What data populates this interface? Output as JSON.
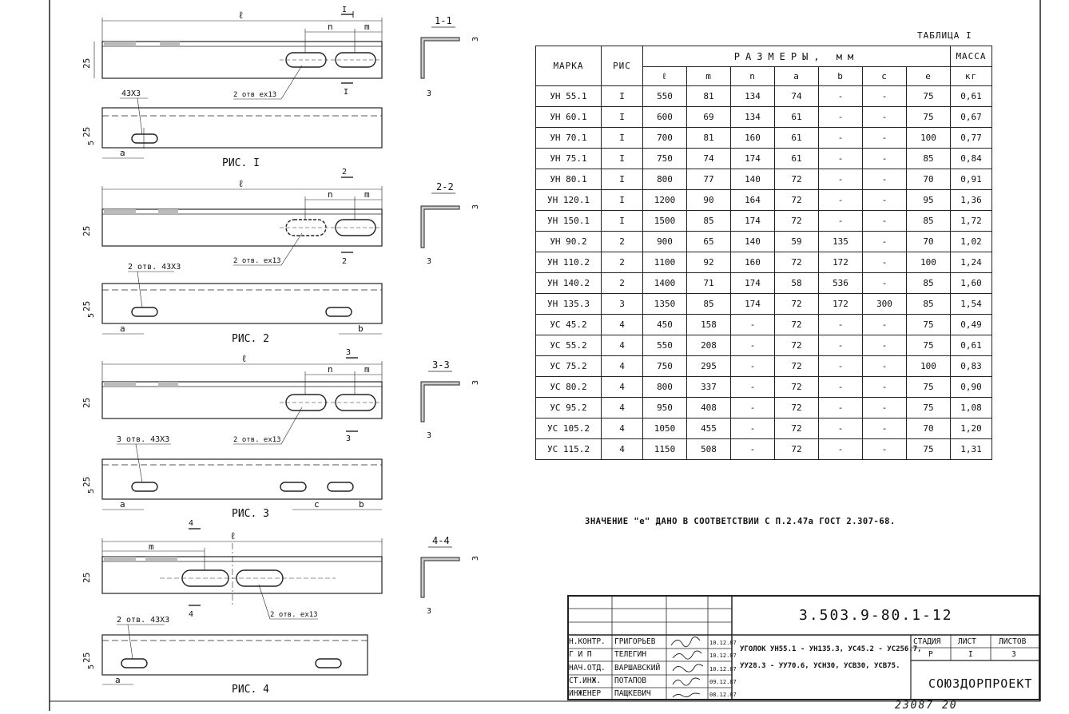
{
  "table": {
    "caption": "ТАБЛИЦА I",
    "headers": {
      "marka": "МАРКА",
      "ris": "РИС",
      "razmery": "РАЗМЕРЫ, мм",
      "massa": "МАССА",
      "massa_unit": "кг",
      "sub": [
        "ℓ",
        "m",
        "n",
        "a",
        "b",
        "c",
        "e"
      ]
    },
    "rows": [
      [
        "УН 55.1",
        "I",
        "550",
        "81",
        "134",
        "74",
        "-",
        "-",
        "75",
        "0,61"
      ],
      [
        "УН 60.1",
        "I",
        "600",
        "69",
        "134",
        "61",
        "-",
        "-",
        "75",
        "0,67"
      ],
      [
        "УН 70.1",
        "I",
        "700",
        "81",
        "160",
        "61",
        "-",
        "-",
        "100",
        "0,77"
      ],
      [
        "УН 75.1",
        "I",
        "750",
        "74",
        "174",
        "61",
        "-",
        "-",
        "85",
        "0,84"
      ],
      [
        "УН 80.1",
        "I",
        "800",
        "77",
        "140",
        "72",
        "-",
        "-",
        "70",
        "0,91"
      ],
      [
        "УН 120.1",
        "I",
        "1200",
        "90",
        "164",
        "72",
        "-",
        "-",
        "95",
        "1,36"
      ],
      [
        "УН 150.1",
        "I",
        "1500",
        "85",
        "174",
        "72",
        "-",
        "-",
        "85",
        "1,72"
      ],
      [
        "УН 90.2",
        "2",
        "900",
        "65",
        "140",
        "59",
        "135",
        "-",
        "70",
        "1,02"
      ],
      [
        "УН 110.2",
        "2",
        "1100",
        "92",
        "160",
        "72",
        "172",
        "-",
        "100",
        "1,24"
      ],
      [
        "УН 140.2",
        "2",
        "1400",
        "71",
        "174",
        "58",
        "536",
        "-",
        "85",
        "1,60"
      ],
      [
        "УН 135.3",
        "3",
        "1350",
        "85",
        "174",
        "72",
        "172",
        "300",
        "85",
        "1,54"
      ],
      [
        "УС 45.2",
        "4",
        "450",
        "158",
        "-",
        "72",
        "-",
        "-",
        "75",
        "0,49"
      ],
      [
        "УС 55.2",
        "4",
        "550",
        "208",
        "-",
        "72",
        "-",
        "-",
        "75",
        "0,61"
      ],
      [
        "УС 75.2",
        "4",
        "750",
        "295",
        "-",
        "72",
        "-",
        "-",
        "100",
        "0,83"
      ],
      [
        "УС 80.2",
        "4",
        "800",
        "337",
        "-",
        "72",
        "-",
        "-",
        "75",
        "0,90"
      ],
      [
        "УС 95.2",
        "4",
        "950",
        "408",
        "-",
        "72",
        "-",
        "-",
        "75",
        "1,08"
      ],
      [
        "УС 105.2",
        "4",
        "1050",
        "455",
        "-",
        "72",
        "-",
        "-",
        "70",
        "1,20"
      ],
      [
        "УС 115.2",
        "4",
        "1150",
        "508",
        "-",
        "72",
        "-",
        "-",
        "75",
        "1,31"
      ]
    ]
  },
  "note": "ЗНАЧЕНИЕ \"е\" ДАНО В СООТВЕТСТВИИ С П.2.47а ГОСТ 2.307-68.",
  "figures": {
    "fig1": {
      "caption": "РИС. I",
      "section": "1-1",
      "hole_label": "43Х3",
      "slot_label": "2 отв ех13",
      "cut": "I"
    },
    "fig2": {
      "caption": "РИС. 2",
      "section": "2-2",
      "hole_label": "2 отв. 43Х3",
      "slot_label": "2 отв. ех13",
      "cut": "2"
    },
    "fig3": {
      "caption": "РИС. 3",
      "section": "3-3",
      "hole_label": "3 отв. 43Х3",
      "slot_label": "2 отв. ех13",
      "cut": "3"
    },
    "fig4": {
      "caption": "РИС. 4",
      "section": "4-4",
      "hole_label": "2 отв. 43Х3",
      "slot_label": "2 отв. ех13",
      "cut": "4"
    },
    "dims": {
      "l": "ℓ",
      "n": "n",
      "m": "m",
      "a": "a",
      "b": "b",
      "c": "c",
      "h25": "25",
      "h5": "5",
      "t3": "3"
    }
  },
  "stamp": {
    "code": "3.503.9-80.1-12",
    "title_line1": "УГОЛОК УН55.1 - УН135.3, УС45.2 - УС256.7,",
    "title_line2": "УУ28.3 - УУ70.6, УСН30, УСВ30, УСВ75.",
    "stage_label": "СТАДИЯ",
    "sheet_label": "ЛИСТ",
    "sheets_label": "ЛИСТОВ",
    "stage": "Р",
    "sheet": "I",
    "sheets": "3",
    "org": "СОЮЗДОРПРОЕКТ",
    "people": [
      {
        "role": "Н.КОНТР.",
        "name": "ГРИГОРЬЕВ",
        "date": "10.12.87"
      },
      {
        "role": "Г И П",
        "name": "ТЕЛЕГИН",
        "date": "10.12.87"
      },
      {
        "role": "НАЧ.ОТД.",
        "name": "ВАРШАВСКИЙ",
        "date": "10.12.87"
      },
      {
        "role": "СТ.ИНЖ.",
        "name": "ПОТАПОВ",
        "date": "09.12.87"
      },
      {
        "role": "ИНЖЕНЕР",
        "name": "ПАЩКЕВИЧ",
        "date": "08.12.87"
      }
    ]
  },
  "sheet_number": "23087 20"
}
